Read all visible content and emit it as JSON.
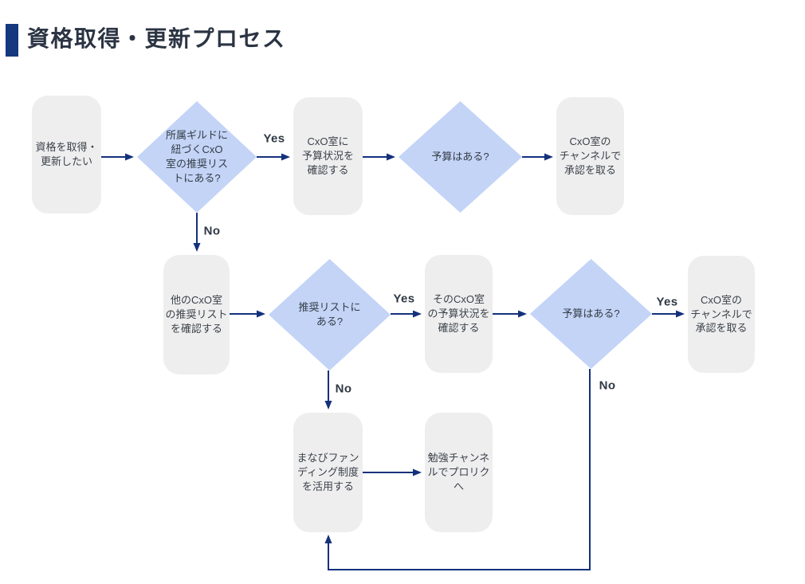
{
  "title": "資格取得・更新プロセス",
  "colors": {
    "accent": "#15387f",
    "line": "#14317c",
    "node_fill": "#eeeeef",
    "decision_fill": "#c3d4f7"
  },
  "nodes": {
    "start": "資格を取得・\n更新したい",
    "guild_list_decision": "所属ギルドに\n紐づくCxO\n室の推奨リス\nトにある?",
    "check_cxo_budget": "CxO室に\n予算状況を\n確認する",
    "budget_decision_1": "予算はある?",
    "approval_1": "CxO室の\nチャンネルで\n承認を取る",
    "check_other_cxo": "他のCxO室\nの推奨リスト\nを確認する",
    "rec_list_decision": "推奨リストに\nある?",
    "check_that_cxo_budget": "そのCxO室\nの予算状況を\n確認する",
    "budget_decision_2": "予算はある?",
    "approval_2": "CxO室の\nチャンネルで\n承認を取る",
    "manabi_funding": "まなびファン\nディング制度\nを活用する",
    "study_channel": "勉強チャンネ\nルでプロリク\nへ"
  },
  "edge_labels": {
    "yes_1": "Yes",
    "no_1": "No",
    "yes_2": "Yes",
    "no_2": "No",
    "yes_3": "Yes",
    "no_3": "No"
  }
}
